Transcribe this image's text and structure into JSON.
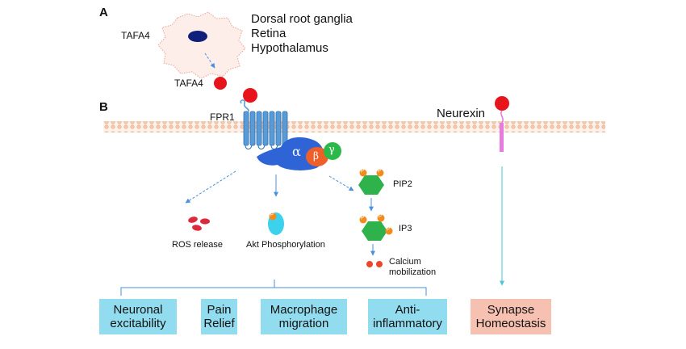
{
  "panels": {
    "a": "A",
    "b": "B"
  },
  "tissues": [
    "Dorsal root ganglia",
    "Retina",
    "Hypothalamus"
  ],
  "molecules": {
    "tafa4_cell": "TAFA4",
    "tafa4_secreted": "TAFA4",
    "fpr1": "FPR1",
    "neurexin": "Neurexin",
    "alpha": "α",
    "beta": "β",
    "gamma": "γ",
    "p": "p"
  },
  "pathways": {
    "ros": "ROS release",
    "akt": "Akt Phosphorylation",
    "pip2": "PIP2",
    "ip3": "IP3",
    "calcium_line1": "Calcium",
    "calcium_line2": "mobilization"
  },
  "outcomes": [
    {
      "line1": "Neuronal",
      "line2": "excitability"
    },
    {
      "line1": "Pain",
      "line2": "Relief"
    },
    {
      "line1": "Macrophage",
      "line2": "migration"
    },
    {
      "line1": "Anti-",
      "line2": "inflammatory"
    }
  ],
  "neurexin_outcome": {
    "line1": "Synapse",
    "line2": "Homeostasis"
  },
  "colors": {
    "outcome_box": "#92dcef",
    "synapse_box": "#f7c1b1",
    "ligand": "#e8141b",
    "receptor": "#5b9bd5",
    "g_alpha": "#2f64d6",
    "g_beta": "#ef5f2a",
    "g_gamma": "#2db84a",
    "pip_hex": "#2fb24b",
    "phosphate": "#f08c1e",
    "neurexin": "#e77be0",
    "arrow": "#4a8fe0",
    "arrow_right": "#49c7d9"
  }
}
